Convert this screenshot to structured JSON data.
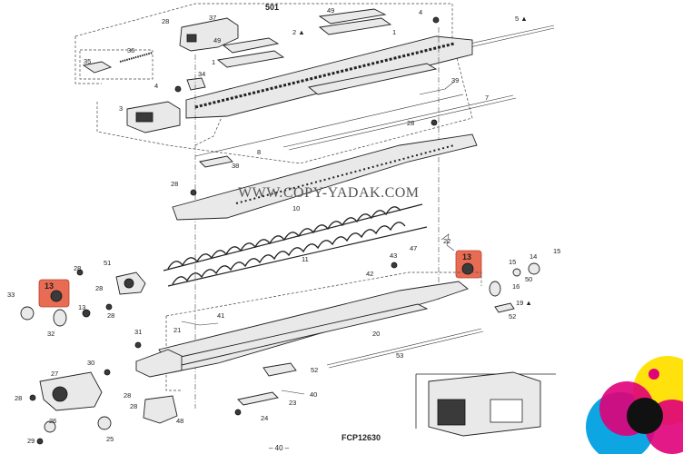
{
  "diagram": {
    "group_number": "501",
    "watermark": "WWW.COPY-YADAK.COM",
    "figure_code": "FCP12630",
    "page_number": "– 40 –",
    "callouts": [
      "1",
      "2",
      "3",
      "4",
      "5",
      "7",
      "8",
      "10",
      "11",
      "13",
      "13",
      "14",
      "15",
      "15",
      "16",
      "19",
      "20",
      "21",
      "22",
      "23",
      "24",
      "25",
      "26",
      "27",
      "28",
      "28",
      "28",
      "28",
      "28",
      "28",
      "28",
      "29",
      "30",
      "31",
      "32",
      "33",
      "34",
      "35",
      "36",
      "37",
      "38",
      "39",
      "40",
      "41",
      "42",
      "43",
      "47",
      "48",
      "49",
      "49",
      "50",
      "51",
      "52",
      "52",
      "53"
    ],
    "highlighted_part": "13",
    "highlight_color": "#e86c54",
    "logo_colors": [
      "#00a0e0",
      "#e0007a",
      "#ffe000",
      "#111111"
    ]
  }
}
